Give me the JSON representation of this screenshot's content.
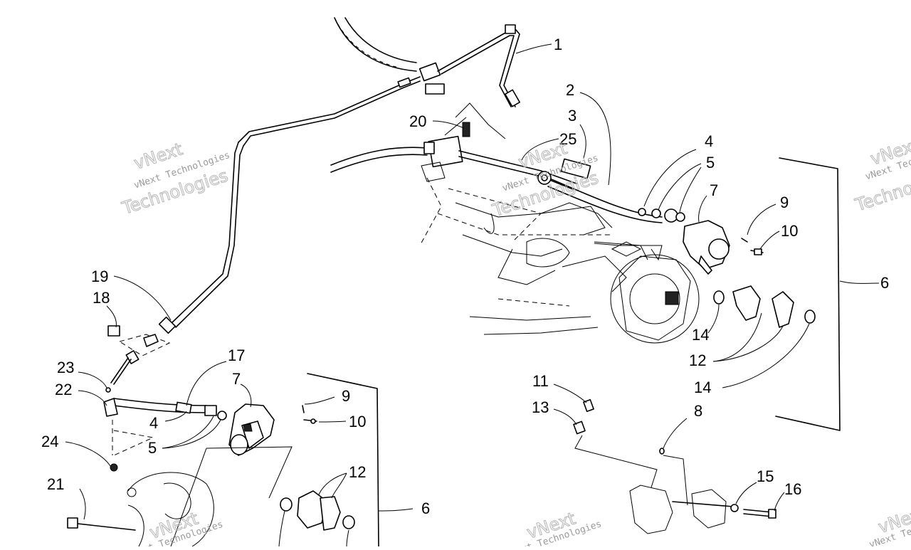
{
  "diagram": {
    "callouts": [
      {
        "id": "c1",
        "text": "1"
      },
      {
        "id": "c2",
        "text": "2"
      },
      {
        "id": "c3",
        "text": "3"
      },
      {
        "id": "c20",
        "text": "20"
      },
      {
        "id": "c25",
        "text": "25"
      },
      {
        "id": "c4a",
        "text": "4"
      },
      {
        "id": "c5a",
        "text": "5"
      },
      {
        "id": "c7a",
        "text": "7"
      },
      {
        "id": "c9a",
        "text": "9"
      },
      {
        "id": "c10a",
        "text": "10"
      },
      {
        "id": "c6a",
        "text": "6"
      },
      {
        "id": "c14a",
        "text": "14"
      },
      {
        "id": "c12a",
        "text": "12"
      },
      {
        "id": "c14b",
        "text": "14"
      },
      {
        "id": "c19",
        "text": "19"
      },
      {
        "id": "c18",
        "text": "18"
      },
      {
        "id": "c17",
        "text": "17"
      },
      {
        "id": "c7b",
        "text": "7"
      },
      {
        "id": "c23",
        "text": "23"
      },
      {
        "id": "c22",
        "text": "22"
      },
      {
        "id": "c9b",
        "text": "9"
      },
      {
        "id": "c10b",
        "text": "10"
      },
      {
        "id": "c4b",
        "text": "4"
      },
      {
        "id": "c5b",
        "text": "5"
      },
      {
        "id": "c24",
        "text": "24"
      },
      {
        "id": "c12b",
        "text": "12"
      },
      {
        "id": "c6b",
        "text": "6"
      },
      {
        "id": "c21",
        "text": "21"
      },
      {
        "id": "c11",
        "text": "11"
      },
      {
        "id": "c13",
        "text": "13"
      },
      {
        "id": "c8",
        "text": "8"
      },
      {
        "id": "c15",
        "text": "15"
      },
      {
        "id": "c16",
        "text": "16"
      }
    ],
    "watermark": {
      "brand": "vNext",
      "line1": "vNext Technologies",
      "line2": "Technologies"
    }
  }
}
